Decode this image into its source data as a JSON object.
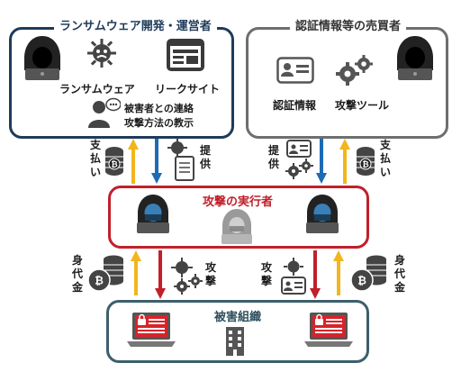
{
  "top_left": {
    "title": "ランサムウェア開発・運営者",
    "item_ransomware": "ランサムウェア",
    "item_leaksite": "リークサイト",
    "item_contact_line1": "被害者との連絡",
    "item_contact_line2": "攻撃方法の教示"
  },
  "top_right": {
    "title": "認証情報等の売買者",
    "item_credentials": "認証情報",
    "item_tools": "攻撃ツール"
  },
  "middle": {
    "title": "攻撃の実行者"
  },
  "bottom": {
    "title": "被害組織"
  },
  "labels": {
    "payment_left": "支払い",
    "provide_left": "提供",
    "provide_right": "提供",
    "payment_right": "支払い",
    "ransom_left": "身代金",
    "attack_left": "攻撃",
    "attack_right": "攻撃",
    "ransom_right": "身代金"
  },
  "colors": {
    "navy": "#1f3b5a",
    "gray": "#6e6e6e",
    "red": "#c0202a",
    "teal": "#3c5f6b",
    "arrow_yellow": "#f2b51b",
    "arrow_blue": "#1c6bb5",
    "arrow_red": "#c0202a"
  }
}
